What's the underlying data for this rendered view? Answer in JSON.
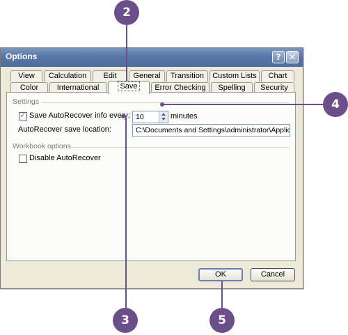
{
  "window": {
    "title": "Options",
    "help_icon": "?",
    "close_icon": "✕"
  },
  "tabs": {
    "row_back": [
      "View",
      "Calculation",
      "Edit",
      "General",
      "Transition",
      "Custom Lists",
      "Chart"
    ],
    "row_front": [
      "Color",
      "International",
      "Save",
      "Error Checking",
      "Spelling",
      "Security"
    ],
    "active": "Save"
  },
  "settings": {
    "section_label": "Settings",
    "autorecover_label": "Save AutoRecover info every:",
    "autorecover_checked": true,
    "minutes_value": "10",
    "minutes_label": "minutes",
    "location_label": "AutoRecover save location:",
    "location_value": "C:\\Documents and Settings\\administrator\\Application"
  },
  "workbook": {
    "section_label": "Workbook options",
    "disable_label": "Disable AutoRecover",
    "disable_checked": false
  },
  "buttons": {
    "ok": "OK",
    "cancel": "Cancel"
  },
  "callouts": [
    "2",
    "3",
    "4",
    "5"
  ]
}
